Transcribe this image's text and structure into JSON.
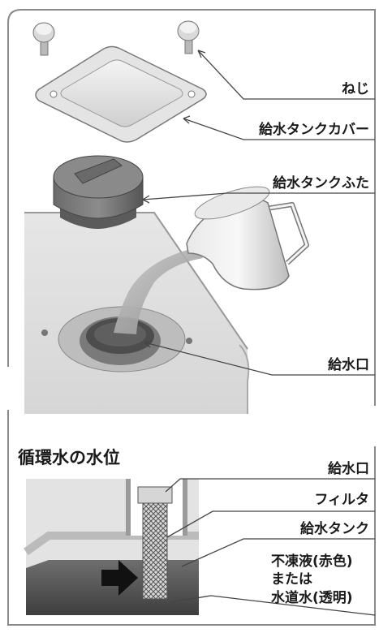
{
  "top_labels": {
    "screw": "ねじ",
    "tank_cover": "給水タンクカバー",
    "tank_lid": "給水タンクふた",
    "inlet": "給水口"
  },
  "section_title": "循環水の水位",
  "bottom_labels": {
    "inlet": "給水口",
    "filter": "フィルタ",
    "tank": "給水タンク",
    "liquid_line1": "不凍液(赤色)",
    "liquid_line2": "または",
    "liquid_line3": "水道水(透明)"
  }
}
